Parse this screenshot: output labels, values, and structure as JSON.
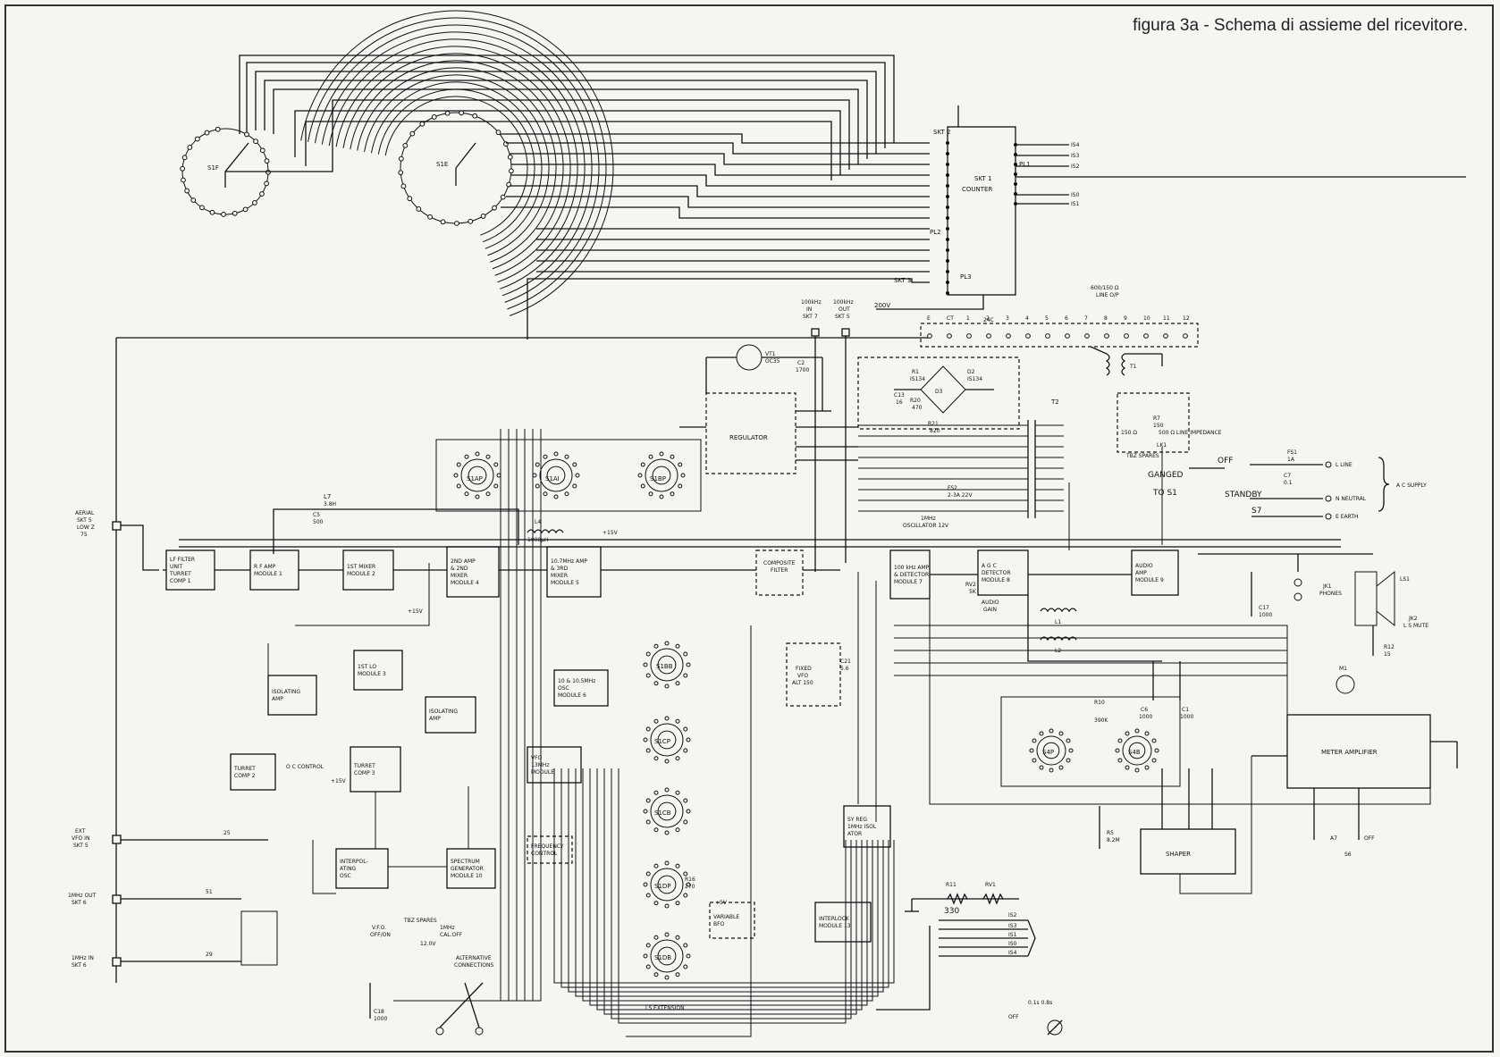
{
  "caption": "figura 3a - Schema di assieme del ricevitore.",
  "switches": {
    "s1f": "S1F",
    "s1e": "S1E",
    "s1ap": "S1AP",
    "s1ai": "S1AI",
    "s1bp": "S1BP",
    "s1bb": "S1BB",
    "s1cp": "S1CP",
    "s1cb": "S1CB",
    "s1dp": "S1DP",
    "s1db": "S1DB",
    "s4p": "S4P",
    "s4b": "S4B"
  },
  "blocks": {
    "counter": "COUNTER",
    "pl1": "PL1",
    "pl2": "PL2",
    "pl3": "PL3",
    "regulator": "REGULATOR",
    "lf_filter": [
      "LF FILTER",
      "UNIT",
      "TURRET",
      "COMP 1"
    ],
    "rf_amp": [
      "R F AMP",
      "MODULE 1"
    ],
    "mixer1": [
      "1ST MIXER",
      "MODULE 2"
    ],
    "mixer2": [
      "2ND AMP",
      "& 2ND",
      "MIXER",
      "MODULE 4"
    ],
    "mixer3": [
      "10.7MHz AMP",
      "& 3RD",
      "MIXER",
      "MODULE 5"
    ],
    "composite_filter": [
      "COMPOSITE",
      "FILTER"
    ],
    "if_amp": [
      "100 kHz AMP",
      "& DETECTOR",
      "MODULE 7"
    ],
    "agc": [
      "A G C",
      "DETECTOR",
      "MODULE 8"
    ],
    "audio": [
      "AUDIO",
      "AMP",
      "MODULE 9"
    ],
    "lo1": [
      "1ST LO",
      "MODULE 3"
    ],
    "iso1": [
      "ISOLATING",
      "AMP"
    ],
    "iso2": [
      "ISOLATING",
      "AMP"
    ],
    "osc": [
      "10 & 10.5MHz",
      "OSC",
      "MODULE 6"
    ],
    "turret2": [
      "TURRET",
      "COMP 2"
    ],
    "turret3": [
      "TURRET",
      "COMP 3"
    ],
    "interpol": [
      "INTERPOL-",
      "ATING",
      "OSC"
    ],
    "spectrum": [
      "SPECTRUM",
      "GENERATOR",
      "MODULE 10"
    ],
    "vfo_block": [
      "VFO",
      "13MHz",
      "MODULE"
    ],
    "sync": [
      "SY REG",
      "1MHz ISOL",
      "ATOR"
    ],
    "interlock": [
      "INTERLOCK",
      "MODULE 13"
    ],
    "bfo": [
      "VARIABLE",
      "BFO"
    ],
    "meter_amp": "METER AMPLIFIER",
    "shaper": "SHAPER",
    "fixed_vfo": [
      "FIXED",
      "VFO",
      "ALT 150"
    ],
    "freq_control": [
      "FREQUENCY",
      "CONTROL"
    ]
  },
  "labels": {
    "aerial": [
      "AERIAL",
      "SKT 5",
      "LOW Z",
      "75"
    ],
    "ext_vfo": [
      "EXT",
      "VFO IN",
      "SKT 5"
    ],
    "mhz_out": [
      "1MHz OUT",
      "SKT 6"
    ],
    "mhz_in": [
      "1MHz IN",
      "SKT 6"
    ],
    "khz_in": [
      "100kHz",
      "IN",
      "SKT 7"
    ],
    "khz_out": [
      "100kHz",
      "OUT",
      "SKT 5"
    ],
    "line_op": [
      "600/150 Ω",
      "LINE O/P"
    ],
    "osc_label": [
      "1MHz",
      "OSCILLATOR 12V"
    ],
    "ac_supply": "A C SUPPLY",
    "line": "L LINE",
    "neutral": "N NEUTRAL",
    "earth": "E EARTH",
    "off": "OFF",
    "standby": "STANDBY",
    "ganged": [
      "GANGED",
      "TO S1"
    ],
    "s7": "S7",
    "fs1": "FS1",
    "fs2": "FS2",
    "phones": [
      "JK1",
      "PHONES"
    ],
    "ls_mute": [
      "JK2",
      "L S MUTE"
    ],
    "ls1": "LS1",
    "r11": "R11",
    "rv1": "RV1",
    "r330": "330",
    "r5": [
      "R5",
      "8.2M"
    ],
    "meter": "M1",
    "skt1": "SKT 1",
    "skt2": "SKT 2",
    "skt3": "SKT 3",
    "v200": "200V",
    "audio_gain": [
      "RV2",
      "5K",
      "AUDIO",
      "GAIN"
    ],
    "tbz": "TBZ SPARES",
    "vfo_switch": [
      "V.F.O.",
      "OFF/ON"
    ],
    "mhz_switch": [
      "1MHz",
      "CAL.OFF"
    ],
    "alt_conn": [
      "ALTERNATIVE",
      "CONNECTIONS"
    ],
    "osc_control": "O C CONTROL",
    "v15": "+15V",
    "v12": "12.0V",
    "line_imp": "500 Ω LINE IMPEDANCE",
    "ls_ext": "LS EXTENSION",
    "tx": "T2"
  },
  "connectors": [
    "E",
    "CT",
    "1",
    "2",
    "3",
    "4",
    "5",
    "6",
    "7",
    "8",
    "9",
    "10",
    "11",
    "12"
  ]
}
